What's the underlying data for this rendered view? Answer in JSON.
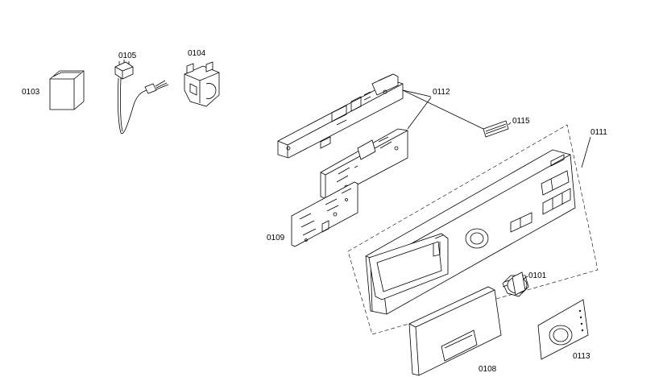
{
  "parts": {
    "p0101": "0101",
    "p0103": "0103",
    "p0104": "0104",
    "p0105": "0105",
    "p0108": "0108",
    "p0109": "0109",
    "p0111": "0111",
    "p0112": "0112",
    "p0113": "0113",
    "p0115": "0115"
  }
}
